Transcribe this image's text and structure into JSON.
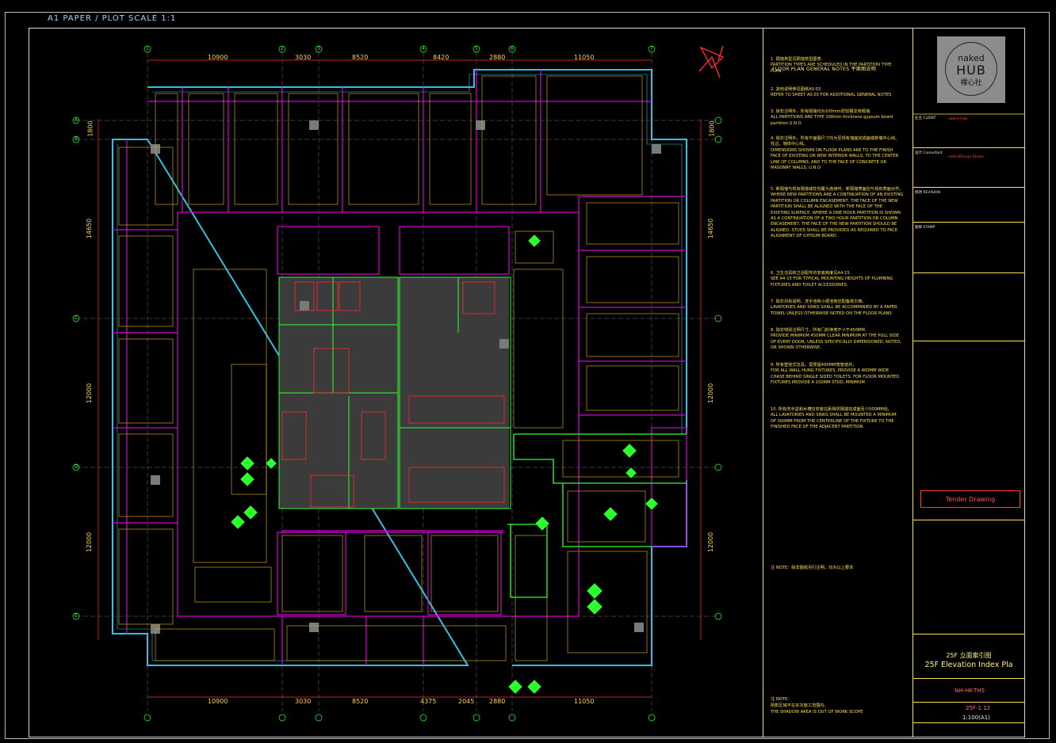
{
  "sheet": {
    "scale_label": "A1 PAPER / PLOT SCALE 1:1",
    "dims_top": [
      "10900",
      "3030",
      "8520",
      "8420",
      "2880",
      "11050"
    ],
    "dims_bottom": [
      "10900",
      "3030",
      "8520",
      "4375",
      "2045",
      "2880",
      "11050"
    ],
    "dims_left": [
      "1800",
      "14650",
      "12000",
      "12000"
    ],
    "dims_right": [
      "1800",
      "14650",
      "12000",
      "12000"
    ],
    "grid_top": [
      "1",
      "2",
      "3",
      "4",
      "5",
      "6",
      "7"
    ],
    "grid_left": [
      "A",
      "B",
      "C",
      "D",
      "E"
    ]
  },
  "notes": {
    "heading": "FLOOR PLAN GENERAL NOTES  平面图说明",
    "n1": "1. 隔墙类型见隔墙类型图表.\nPARTITION TYPES ARE SCHEDULED IN THE PARTITION TYPE\nPLAN.",
    "n2": "2. 其他说明参见图纸A0.03.\nREFER TO SHEET A0.03 FOR ADDITIONAL GENERAL NOTES",
    "n3": "3. 除非注明外，所有隔墙均为100mm厚轻钢龙骨隔墙.\nALL PARTITIONS ARE TYPE 100mm thickness gypsum board\npartition U.N.O",
    "n4": "4. 除非注明外，所有平面图尺寸均为至现有墙面完成面或新墙中心线、\n柱边、墙体中心线。\nDIMENSIONS SHOWN ON FLOOR PLANS ARE TO THE FINISH\nFACE OF EXISTING OR NEW INTERIOR WALLS, TO THE CENTER\nLINE OF COLUMNS, AND TO THE FACE OF CONCRETE OR\nMASONRY WALLS, U.N.O",
    "n5": "5. 新隔墙与现有隔墙或柱包覆为连续时，新隔墙表面应与现有表面对齐。\nWHERE NEW PARTITIONS ARE A CONTINUATION OF AN EXISTING\nPARTITION OR COLUMN ENCASEMENT, THE FACE OF THE NEW\nPARTITION SHALL BE ALIGNED WITH THE FACE OF THE\nEXISTING SURFACE. WHERE A ONE HOUR PARTITION IS SHOWN\nAS A CONTINUATION OF A TWO HOUR PARTITION OR COLUMN\nENCASEMENT, THE FACE OF THE NEW PARTITION SHOULD BE\nALIGNED. STUDS SHALL BE PROVIDED AS REQUIRED TO FACE\nALIGNMENT OF GYPSUM BOARD.",
    "n6": "6. 卫生洁具和卫浴配件的安装高度见A4-15.\nSEE A4-15 FOR TYPICAL MOUNTING HEIGHTS OF PLUMBING\nFIXTURES AND TOILET ACCESSORIES.",
    "n7": "7. 除非另有说明，洗手池和小便池旁应配备纸巾架。\nLAVATORIES AND SINKS SHALL BE ACCOMPANIED BY A PAPER\nTOWEL UNLESS OTHERWISE NOTED ON THE FLOOR PLANS",
    "n8": "8. 除非特别注明尺寸，所有门的净宽不小于450MM.\nPROVIDE MINIMUM 450MM CLEAR MINIMUM AT THE PULL SIDE\nOF EVERY DOOR, UNLESS SPECIFICALLY DIMENSIONED, NOTED,\nOR SHOWN OTHERWISE.",
    "n9": "9. 所有壁挂式洁具，需预留400MM宽管道井。\nFOR ALL WALL HUNG FIXTURES, PROVIDE A 400MM WIDE\nCHASE BEHIND SINGLE SIDED TOILETS. FOR FLOOR MOUNTED\nFIXTURES PROVIDE A 150MM STUD, MINIMUM",
    "n10": "10. 所有洗手盆和水槽应安装在距相邻隔墙完成面至少500MM处。\nALL LAVATORIES AND SINKS SHALL BE MOUNTED A MINIMUM\nOF 500MM FROM THE CENTERLINE OF THE FIXTURE TO THE\nFINISHED FACE OF THE ADJACENT PARTITION.",
    "mid_note": "注 NOTE：除非图纸另行注明，均为以上要求",
    "foot1": "注 NOTE：",
    "foot2": "阴影区域不在本次施工范围内。",
    "foot3": "THE SHADOW AREA IS OUT OF WORK SCOPE"
  },
  "title_block": {
    "logo_line1": "naked",
    "logo_line2": "HUB",
    "logo_line3": "裸心社",
    "client_label": "业主 CLIENT",
    "client_name": "naked Hub",
    "designer_label": "设计 Consultant",
    "designer_name": "nakedDesign Studio",
    "revision_label": "修改 REVISION",
    "stamp_label": "图章 STAMP",
    "tender": "Tender Drawing",
    "drawing_title_cn": "25F  立面索引图",
    "drawing_title_en": "25F  Elevation Index Pla",
    "project_no": "NH-HK-TH5",
    "drawing_no": "25F-1.12",
    "scale_value": "1:100(A1)"
  },
  "colors": {
    "background": "#000000",
    "cad_yellow": "#ffe046",
    "cad_magenta": "#d400d4",
    "cad_cyan": "#2ec3e6",
    "cad_green": "#2cff2c",
    "cad_red": "#ff2b2b",
    "core_fill": "#3b3b3b"
  }
}
